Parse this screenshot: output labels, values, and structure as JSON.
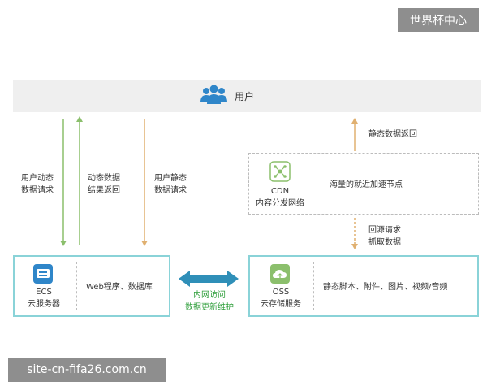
{
  "watermarks": {
    "top": "世界杯中心",
    "bottom": "site-cn-fifa26.com.cn"
  },
  "user": {
    "label": "用户"
  },
  "flows": {
    "dynamic_request": [
      "用户动态",
      "数据请求"
    ],
    "dynamic_return": [
      "动态数据",
      "结果返回"
    ],
    "static_request": [
      "用户静态",
      "数据请求"
    ],
    "static_return": "静态数据返回",
    "origin_fetch": [
      "回源请求",
      "抓取数据"
    ],
    "internal": [
      "内网访问",
      "数据更新维护"
    ]
  },
  "cdn": {
    "name": "CDN",
    "subtitle": "内容分发网络",
    "desc": "海量的就近加速节点"
  },
  "ecs": {
    "name": "ECS",
    "subtitle": "云服务器",
    "desc": "Web程序、数据库"
  },
  "oss": {
    "name": "OSS",
    "subtitle": "云存储服务",
    "desc": "静态脚本、附件、图片、视频/音频"
  },
  "colors": {
    "green_arrow": "#8bbf6c",
    "orange_arrow": "#e0b070",
    "teal_border": "#8ad3d8",
    "blue_icon": "#2f86c9",
    "double_arrow": "#2f8fb8",
    "label_green": "#2e9e3a"
  }
}
